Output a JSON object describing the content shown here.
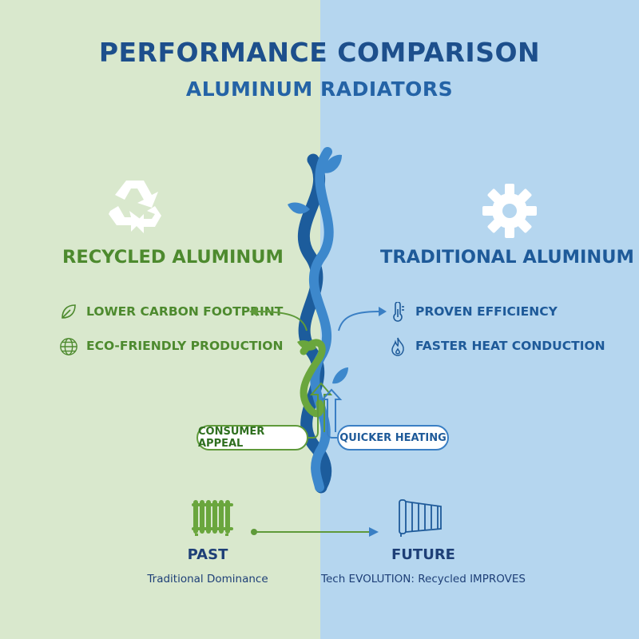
{
  "header": {
    "title": "PERFORMANCE COMPARISON",
    "subtitle": "ALUMINUM RADIATORS"
  },
  "left": {
    "heading": "RECYCLED ALUMINUM",
    "icon": "recycle-icon",
    "features": [
      {
        "label": "LOWER CARBON FOOTPRINT",
        "icon": "leaf-icon"
      },
      {
        "label": "ECO-FRIENDLY PRODUCTION",
        "icon": "globe-icon"
      }
    ],
    "pill": "CONSUMER APPEAL"
  },
  "right": {
    "heading": "TRADITIONAL ALUMINUM",
    "icon": "gear-icon",
    "features": [
      {
        "label": "PROVEN EFFICIENCY",
        "icon": "thermometer-icon"
      },
      {
        "label": "FASTER HEAT CONDUCTION",
        "icon": "flame-icon"
      }
    ],
    "pill": "QUICKER HEATING"
  },
  "timeline": {
    "past": {
      "label": "PAST",
      "caption": "Traditional Dominance",
      "icon": "radiator-icon"
    },
    "future": {
      "label": "FUTURE",
      "caption": "Tech EVOLUTION: Recycled IMPROVES",
      "icon": "modern-radiator-icon"
    }
  },
  "colors": {
    "left_bg": "#d9e8cd",
    "right_bg": "#b5d6ef",
    "green": "#4d8a2e",
    "blue": "#1e5a99",
    "title": "#1d4f8c"
  }
}
